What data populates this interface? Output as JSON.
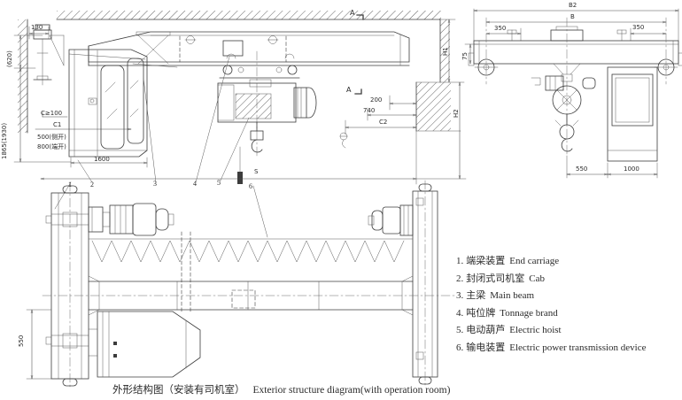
{
  "caption": {
    "zh": "外形结构图（安装有司机室）",
    "en": "Exterior structure diagram(with operation room)"
  },
  "legend": {
    "items": [
      {
        "num": "1.",
        "zh": "端梁装置",
        "en": "End carriage"
      },
      {
        "num": "2.",
        "zh": "封闭式司机室",
        "en": "Cab"
      },
      {
        "num": "3.",
        "zh": "主梁",
        "en": "Main beam"
      },
      {
        "num": "4.",
        "zh": "吨位牌",
        "en": "Tonnage brand"
      },
      {
        "num": "5.",
        "zh": "电动葫芦",
        "en": "Electric hoist"
      },
      {
        "num": "6.",
        "zh": "输电装置",
        "en": "Electric power transmission device"
      }
    ]
  },
  "callouts": [
    "1",
    "2",
    "3",
    "4",
    "5",
    "6"
  ],
  "dims": {
    "front": {
      "d130": "130",
      "d620": "(620)",
      "d1865": "1865(1930)",
      "c100": "C≥100",
      "c1": "C1",
      "d500": "500(侧开)",
      "d800": "800(端开)",
      "d1600": "1600",
      "d200": "200",
      "d740": "740",
      "c2": "C2",
      "h1": "H1",
      "h2": "H2",
      "s": "S",
      "a": "A"
    },
    "section": {
      "b2": "B2",
      "b": "B",
      "d350": "350",
      "d75": "75",
      "d550": "550",
      "d1000": "1000"
    },
    "plan": {
      "d550": "550"
    }
  },
  "colors": {
    "ink": "#2b2b2b",
    "line": "#3c3c3c",
    "paper": "#ffffff"
  }
}
